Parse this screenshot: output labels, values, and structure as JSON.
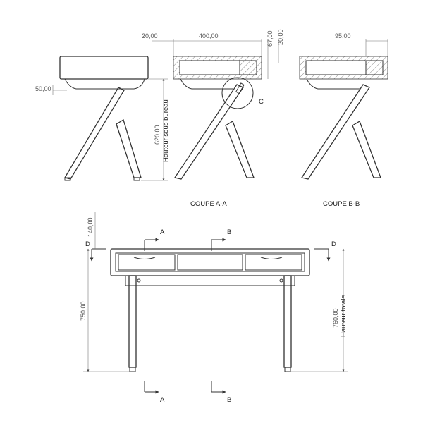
{
  "dimensions": {
    "side_top_left": "20,00",
    "side_top_width": "400,00",
    "side_top_height": "67,00",
    "side_top_panel": "20,00",
    "side_right_offset": "95,00",
    "side_foot_offset": "50,00",
    "side_knee_height": "620,00",
    "side_knee_label": "Hauteur sous bureau",
    "front_drawer_height": "140,00",
    "front_top_height": "750,00",
    "front_total_height": "760,00",
    "front_total_label": "Hauteur totale"
  },
  "sections": {
    "coupe_aa": "COUPE A-A",
    "coupe_bb": "COUPE B-B",
    "detail_c": "C",
    "marker_a": "A",
    "marker_b": "B",
    "marker_d": "D"
  },
  "colors": {
    "line": "#333333",
    "dimension": "#555555",
    "background": "#ffffff"
  }
}
